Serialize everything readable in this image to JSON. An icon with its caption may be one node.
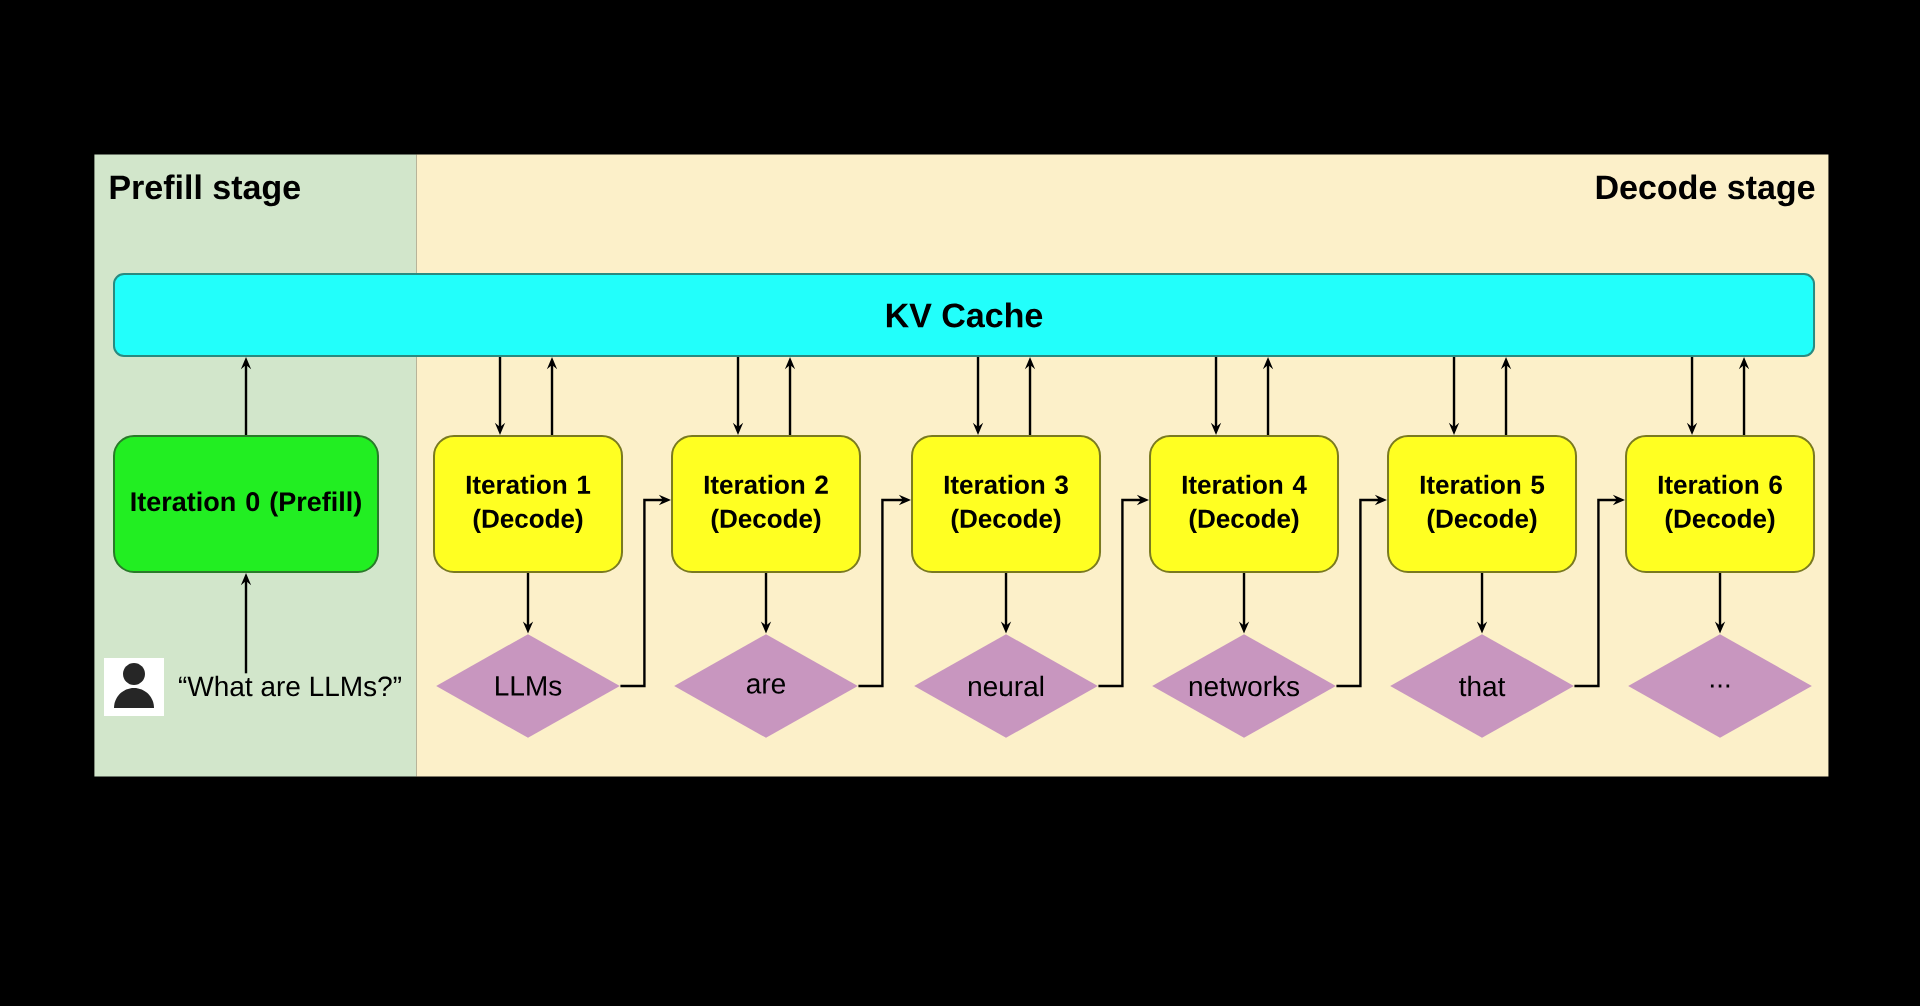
{
  "diagram": {
    "nodes": [
      {
        "text": [
          "Prefill stage"
        ]
      },
      {
        "text": [
          "Decode stage"
        ]
      },
      {
        "text": [
          "KV Cache"
        ]
      },
      {
        "text": [
          "Iteration 0 (Prefill)"
        ],
        "in": 0
      },
      {
        "text": [
          "“What are LLMs?”"
        ],
        "in": 0
      },
      {
        "text": [
          "Iteration 1 (Decode)"
        ],
        "in": 1
      },
      {
        "text": [
          "Iteration 2 (Decode)"
        ],
        "in": 1
      },
      {
        "text": [
          "Iteration 3 (Decode)"
        ],
        "in": 1
      },
      {
        "text": [
          "Iteration 4 (Decode)"
        ],
        "in": 1
      },
      {
        "text": [
          "Iteration 5 (Decode)"
        ],
        "in": 1
      },
      {
        "text": [
          "Iteration 6 (Decode)"
        ],
        "in": 1
      },
      {
        "text": [
          "LLMs"
        ],
        "in": 1
      },
      {
        "text": [
          "are"
        ],
        "in": 1
      },
      {
        "text": [
          "neural"
        ],
        "in": 1
      },
      {
        "text": [
          "networks"
        ],
        "in": 1
      },
      {
        "text": [
          "that"
        ],
        "in": 1
      },
      {
        "text": [
          "..."
        ],
        "in": 1
      }
    ],
    "edges": [
      {
        "from": 4,
        "to": 3,
        "arrow": "to"
      },
      {
        "from": 3,
        "to": 2,
        "arrow": "to"
      },
      {
        "from": 2,
        "to": 5,
        "arrow": "to"
      },
      {
        "from": 5,
        "to": 2,
        "arrow": "to"
      },
      {
        "from": 5,
        "to": 11,
        "arrow": "to"
      },
      {
        "from": 11,
        "to": 6,
        "arrow": "to"
      },
      {
        "from": 2,
        "to": 6,
        "arrow": "to"
      },
      {
        "from": 6,
        "to": 2,
        "arrow": "to"
      },
      {
        "from": 6,
        "to": 12,
        "arrow": "to"
      },
      {
        "from": 12,
        "to": 7,
        "arrow": "to"
      },
      {
        "from": 2,
        "to": 7,
        "arrow": "to"
      },
      {
        "from": 7,
        "to": 2,
        "arrow": "to"
      },
      {
        "from": 7,
        "to": 13,
        "arrow": "to"
      },
      {
        "from": 13,
        "to": 8,
        "arrow": "to"
      },
      {
        "from": 2,
        "to": 8,
        "arrow": "to"
      },
      {
        "from": 8,
        "to": 2,
        "arrow": "to"
      },
      {
        "from": 8,
        "to": 14,
        "arrow": "to"
      },
      {
        "from": 14,
        "to": 9,
        "arrow": "to"
      },
      {
        "from": 2,
        "to": 9,
        "arrow": "to"
      },
      {
        "from": 9,
        "to": 2,
        "arrow": "to"
      },
      {
        "from": 9,
        "to": 15,
        "arrow": "to"
      },
      {
        "from": 15,
        "to": 10,
        "arrow": "to"
      },
      {
        "from": 2,
        "to": 10,
        "arrow": "to"
      },
      {
        "from": 10,
        "to": 2,
        "arrow": "to"
      },
      {
        "from": 10,
        "to": 16,
        "arrow": "to"
      }
    ]
  }
}
